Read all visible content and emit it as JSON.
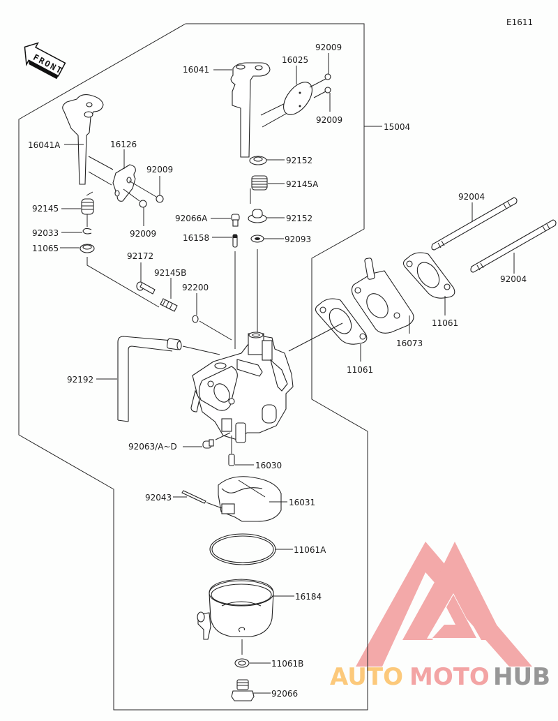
{
  "diagram": {
    "code": "E1611",
    "front_label": "FRONT",
    "assembly_label": "15004",
    "parts": {
      "p16041": "16041",
      "p16025": "16025",
      "p92009_a": "92009",
      "p92009_b": "92009",
      "p92152_a": "92152",
      "p92145A": "92145A",
      "p92066A": "92066A",
      "p92152_b": "92152",
      "p16158": "16158",
      "p92093": "92093",
      "p16041A": "16041A",
      "p16126": "16126",
      "p92009_c": "92009",
      "p92009_d": "92009",
      "p92145": "92145",
      "p92033": "92033",
      "p11065": "11065",
      "p92172": "92172",
      "p92145B": "92145B",
      "p92200": "92200",
      "p92004_a": "92004",
      "p92004_b": "92004",
      "p11061_a": "11061",
      "p16073": "16073",
      "p11061_b": "11061",
      "p92192": "92192",
      "p92063": "92063/A~D",
      "p16030": "16030",
      "p92043": "92043",
      "p16031": "16031",
      "p11061A": "11061A",
      "p16184": "16184",
      "p11061B": "11061B",
      "p92066": "92066"
    }
  },
  "watermark": {
    "word_1": "AUTO",
    "word_2": "MOTO",
    "word_3": "HUB",
    "color_1": "#fcc46e",
    "color_2": "#f29b9b",
    "color_3": "#8c8c8c",
    "logo_color": "#f29b9b"
  }
}
